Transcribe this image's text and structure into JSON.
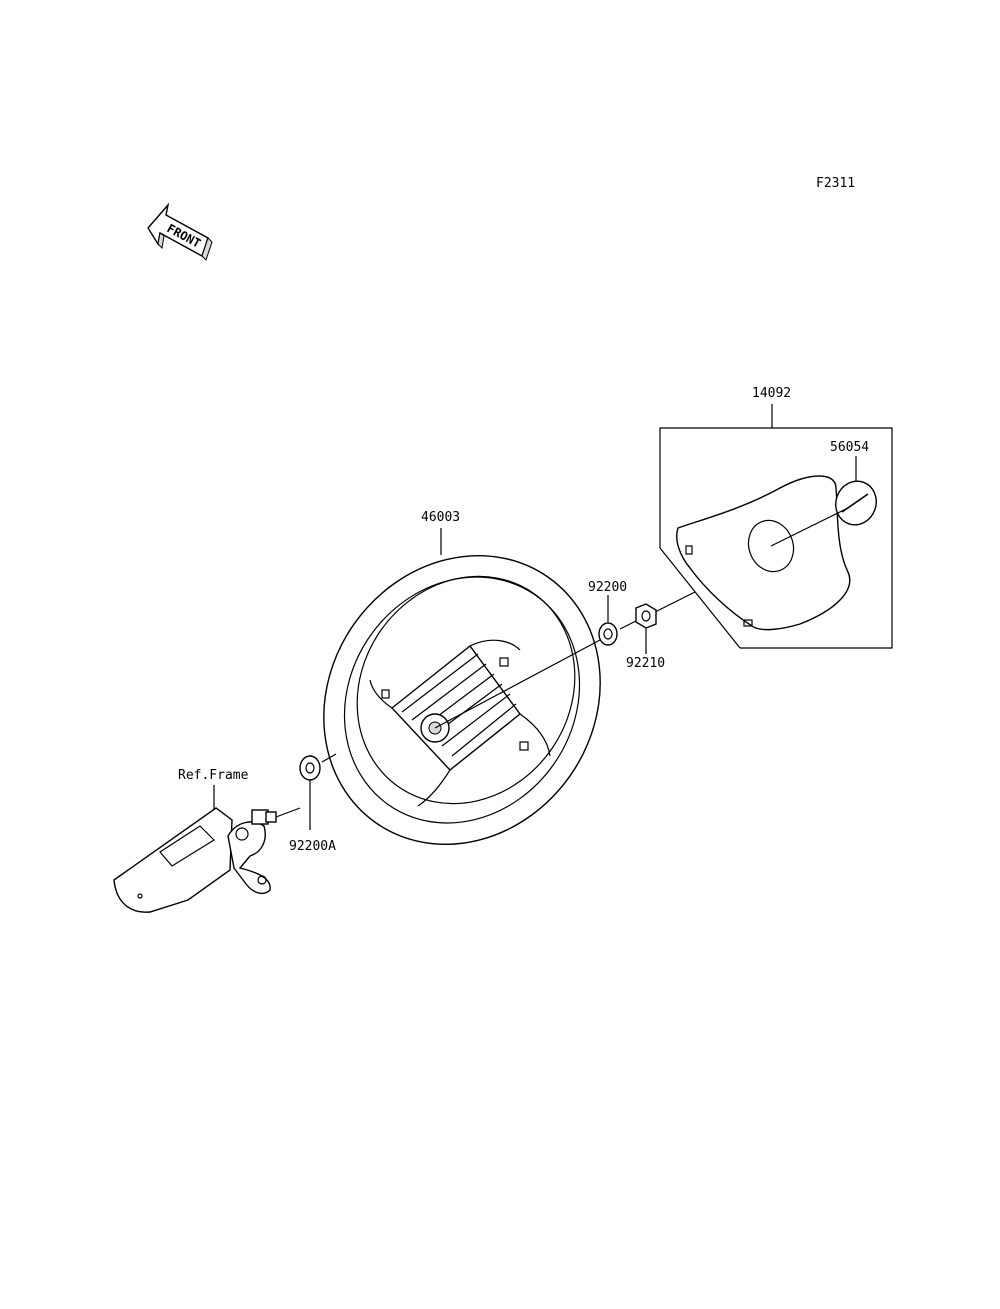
{
  "figure_id": "F2311",
  "front_indicator": {
    "text": "FRONT",
    "icon": "front-arrow-icon"
  },
  "callouts": {
    "cover_assembly": "14092",
    "emblem": "56054",
    "steering_wheel": "46003",
    "washer": "92200",
    "nut": "92210",
    "washer_a": "92200A",
    "ref_frame": "Ref.Frame"
  },
  "colors": {
    "line": "#000000",
    "background": "#ffffff"
  }
}
